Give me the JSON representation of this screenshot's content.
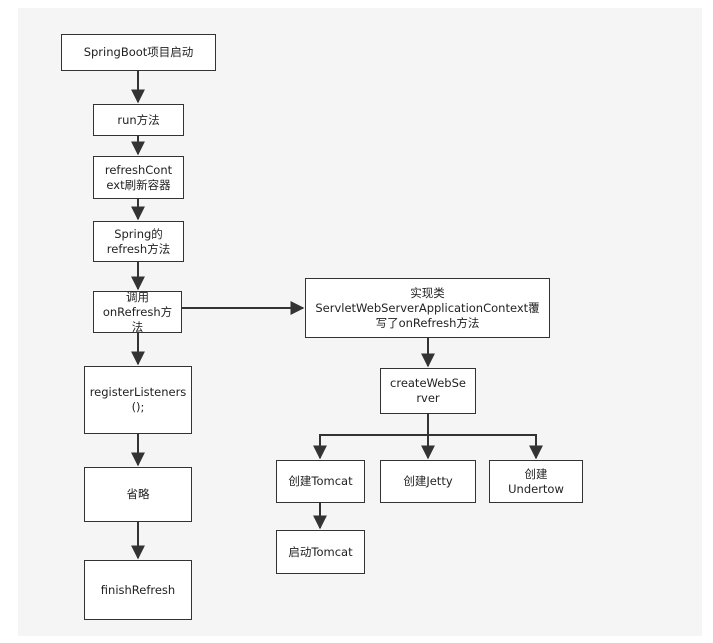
{
  "nodes": {
    "start": "SpringBoot项目启动",
    "run": "run方法",
    "refresh_context": "refreshCont\next刷新容器",
    "spring_refresh": "Spring的\nrefresh方法",
    "on_refresh": "调用\nonRefresh方\n法",
    "impl_class": "实现类\nServletWebServerApplicationContext覆\n写了onRefresh方法",
    "create_web_server": "createWebSe\nrver",
    "register_listeners": "registerListeners\n();",
    "omitted": "省略",
    "finish_refresh": "finishRefresh",
    "create_tomcat": "创建Tomcat",
    "create_jetty": "创建Jetty",
    "create_undertow": "创建\nUndertow",
    "start_tomcat": "启动Tomcat"
  },
  "colors": {
    "background": "#f5f5f5",
    "node_fill": "#ffffff",
    "node_border": "#333333",
    "edge": "#333333"
  }
}
